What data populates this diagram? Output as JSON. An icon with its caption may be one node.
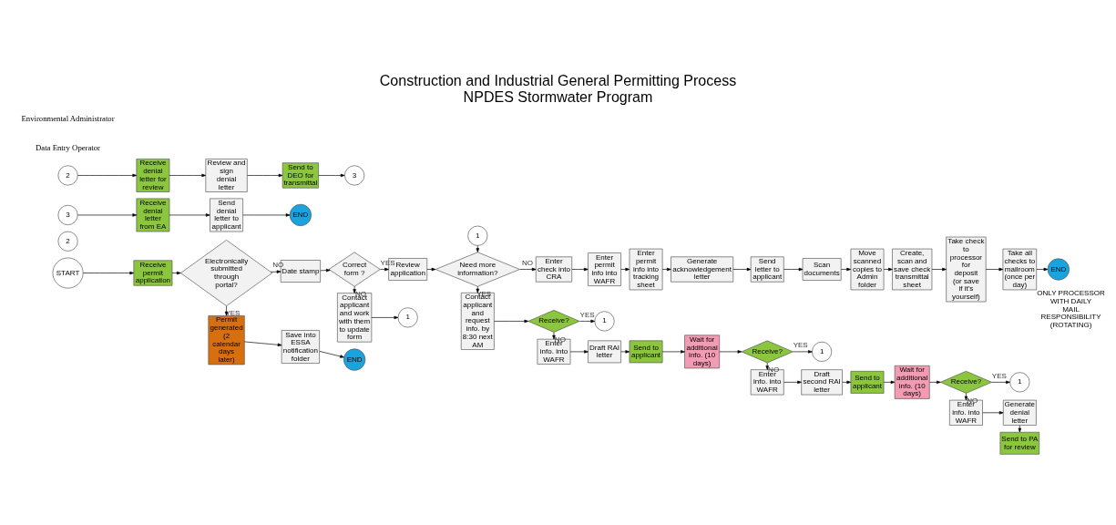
{
  "diagram": {
    "title": "Construction and Industrial General Permitting Process",
    "caption": "NPDES Stormwater Program",
    "nodes": [
      {
        "text": [
          "START"
        ]
      },
      {
        "text": [
          "Receive permit application"
        ]
      },
      {
        "text": [
          "Electronically submitted through portal?"
        ]
      },
      {
        "text": [
          "Date stamp"
        ]
      },
      {
        "text": [
          "Correct form ?"
        ]
      },
      {
        "text": [
          "Review application"
        ]
      },
      {
        "text": [
          "1"
        ]
      },
      {
        "text": [
          "Need more information?"
        ]
      },
      {
        "text": [
          "Enter check into CRA"
        ]
      },
      {
        "text": [
          "Enter permit info into WAFR"
        ]
      },
      {
        "text": [
          "Enter permit info into tracking sheet"
        ]
      },
      {
        "text": [
          "Generate acknowledgement letter"
        ]
      },
      {
        "text": [
          "Send letter to applicant"
        ]
      },
      {
        "text": [
          "Scan documents"
        ]
      },
      {
        "text": [
          "Move scanned copies to Admin folder"
        ]
      },
      {
        "text": [
          "Create, scan and save check transmittal sheet"
        ]
      },
      {
        "text": [
          "Take check to processor for deposit (or save if it's yourself)"
        ]
      },
      {
        "text": [
          "Take all checks to mailroom (once per day)"
        ],
        "beside": [
          "ONLY PROCESSOR WITH DAILY MAIL RESPONSIBILITY (ROTATING)"
        ]
      },
      {
        "text": [
          "END"
        ]
      },
      {
        "text": [
          "Contact applicant and work with them to update form"
        ]
      },
      {
        "text": [
          "1"
        ]
      },
      {
        "text": [
          "Contact applicant and request info. by 8:30 next AM"
        ]
      },
      {
        "text": [
          "Receive?"
        ]
      },
      {
        "text": [
          "1"
        ]
      },
      {
        "text": [
          "Permit generated (2 calendar days later)"
        ]
      },
      {
        "text": [
          "Save into ESSA notification folder"
        ]
      },
      {
        "text": [
          "END"
        ]
      },
      {
        "text": [
          "Enter info. into WAFR"
        ]
      },
      {
        "text": [
          "Draft RAI letter"
        ]
      },
      {
        "text": [
          "Send to applicant"
        ]
      },
      {
        "text": [
          "Wait for additional info. (10 days)"
        ]
      },
      {
        "text": [
          "Receive?"
        ]
      },
      {
        "text": [
          "1"
        ]
      },
      {
        "text": [
          "Enter info. into WAFR"
        ]
      },
      {
        "text": [
          "Draft second RAI letter"
        ]
      },
      {
        "text": [
          "Send to applicant"
        ]
      },
      {
        "text": [
          "Wait for additional info. (10 days)"
        ]
      },
      {
        "text": [
          "Receive?"
        ]
      },
      {
        "text": [
          "1"
        ]
      },
      {
        "text": [
          "Enter info. into WAFR"
        ]
      },
      {
        "text": [
          "Generate denial letter"
        ]
      },
      {
        "text": [
          "Send to PA for review"
        ]
      },
      {
        "text": [
          "2"
        ]
      },
      {
        "text": [
          "3"
        ]
      },
      {
        "text": [
          "Receive denial letter from EA"
        ]
      },
      {
        "text": [
          "Send denial letter to applicant"
        ]
      },
      {
        "text": [
          "END"
        ]
      },
      {
        "text": [
          "2"
        ]
      },
      {
        "text": [
          "Receive denial letter for review"
        ]
      },
      {
        "text": [
          "Review and sign denial letter"
        ]
      },
      {
        "text": [
          "Send to DEO for transmittal"
        ]
      },
      {
        "text": [
          "3"
        ]
      }
    ],
    "edges": [
      {
        "from": 0,
        "to": 1,
        "arrow": "to"
      },
      {
        "from": 1,
        "to": 2,
        "arrow": "to"
      },
      {
        "from": 2,
        "to": 3,
        "label": "NO",
        "arrow": "to"
      },
      {
        "from": 2,
        "to": 24,
        "label": "YES",
        "arrow": "to"
      },
      {
        "from": 3,
        "to": 4,
        "arrow": "to"
      },
      {
        "from": 4,
        "to": 5,
        "label": "YES",
        "arrow": "to"
      },
      {
        "from": 4,
        "to": 19,
        "label": "NO",
        "arrow": "to"
      },
      {
        "from": 5,
        "to": 7,
        "arrow": "to"
      },
      {
        "from": 6,
        "to": 7,
        "arrow": "to"
      },
      {
        "from": 7,
        "to": 8,
        "label": "NO",
        "arrow": "to"
      },
      {
        "from": 7,
        "to": 21,
        "label": "YES",
        "arrow": "to"
      },
      {
        "from": 8,
        "to": 9,
        "arrow": "to"
      },
      {
        "from": 9,
        "to": 10,
        "arrow": "to"
      },
      {
        "from": 10,
        "to": 11,
        "arrow": "to"
      },
      {
        "from": 11,
        "to": 12,
        "arrow": "to"
      },
      {
        "from": 12,
        "to": 13,
        "arrow": "to"
      },
      {
        "from": 13,
        "to": 14,
        "arrow": "to"
      },
      {
        "from": 14,
        "to": 15,
        "arrow": "to"
      },
      {
        "from": 15,
        "to": 16,
        "arrow": "to"
      },
      {
        "from": 16,
        "to": 17,
        "arrow": "to"
      },
      {
        "from": 17,
        "to": 18,
        "arrow": "to"
      },
      {
        "from": 19,
        "to": 20,
        "arrow": "to"
      },
      {
        "from": 21,
        "to": 22,
        "arrow": "to"
      },
      {
        "from": 22,
        "to": 23,
        "label": "YES",
        "arrow": "to"
      },
      {
        "from": 22,
        "to": 27,
        "label": "NO",
        "arrow": "to"
      },
      {
        "from": 24,
        "to": 25,
        "arrow": "to"
      },
      {
        "from": 25,
        "to": 26,
        "arrow": "to"
      },
      {
        "from": 27,
        "to": 28,
        "arrow": "to"
      },
      {
        "from": 28,
        "to": 29,
        "arrow": "to"
      },
      {
        "from": 29,
        "to": 30,
        "arrow": "to"
      },
      {
        "from": 30,
        "to": 31,
        "arrow": "to"
      },
      {
        "from": 31,
        "to": 32,
        "label": "YES",
        "arrow": "to"
      },
      {
        "from": 31,
        "to": 33,
        "label": "NO",
        "arrow": "to"
      },
      {
        "from": 33,
        "to": 34,
        "arrow": "to"
      },
      {
        "from": 34,
        "to": 35,
        "arrow": "to"
      },
      {
        "from": 35,
        "to": 36,
        "arrow": "to"
      },
      {
        "from": 36,
        "to": 37,
        "arrow": "to"
      },
      {
        "from": 37,
        "to": 38,
        "label": "YES",
        "arrow": "to"
      },
      {
        "from": 37,
        "to": 39,
        "label": "NO",
        "arrow": "to"
      },
      {
        "from": 39,
        "to": 40,
        "arrow": "to"
      },
      {
        "from": 40,
        "to": 41,
        "arrow": "to"
      },
      {
        "from": 43,
        "to": 44,
        "arrow": "to"
      },
      {
        "from": 44,
        "to": 45,
        "arrow": "to"
      },
      {
        "from": 45,
        "to": 46,
        "arrow": "to"
      },
      {
        "from": 47,
        "to": 48,
        "arrow": "to"
      },
      {
        "from": 48,
        "to": 49,
        "arrow": "to"
      },
      {
        "from": 49,
        "to": 50,
        "arrow": "to"
      },
      {
        "from": 50,
        "to": 51,
        "arrow": "to"
      }
    ],
    "labels": [
      "Data Entry Operator",
      "Environmental Administrator"
    ]
  }
}
